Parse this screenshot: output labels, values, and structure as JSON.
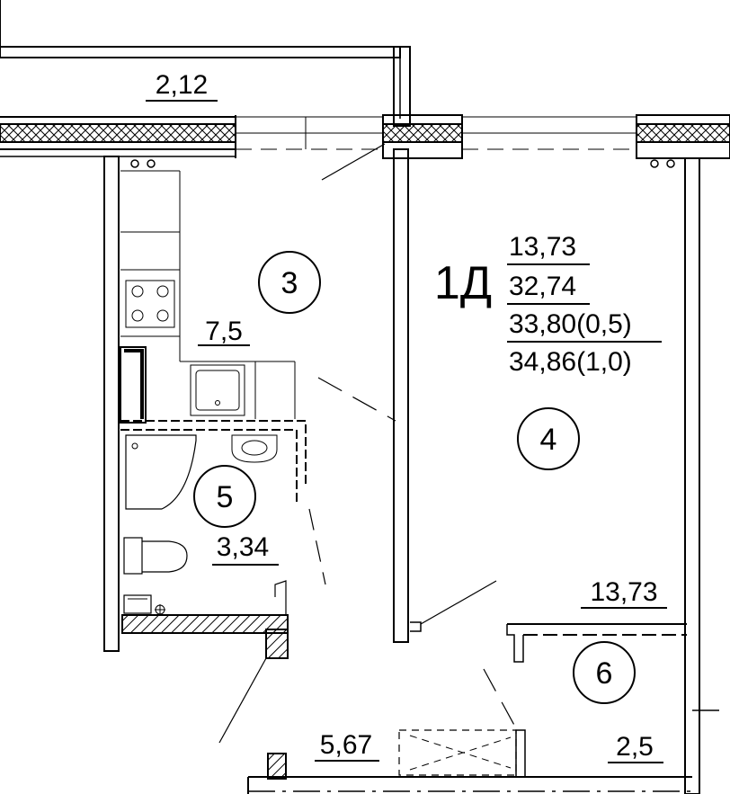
{
  "apartment": {
    "code": "1Д",
    "areas": [
      "13,73",
      "32,74",
      "33,80(0,5)",
      "34,86(1,0)"
    ]
  },
  "rooms": [
    {
      "number": "3",
      "area": "7,5"
    },
    {
      "number": "4",
      "area": "13,73"
    },
    {
      "number": "5",
      "area": "3,34"
    },
    {
      "number": "6",
      "area": "2,5"
    }
  ],
  "balcony": {
    "area": "2,12"
  },
  "corridor": {
    "area": "5,67"
  },
  "colors": {
    "line": "#000000",
    "background": "#ffffff"
  }
}
